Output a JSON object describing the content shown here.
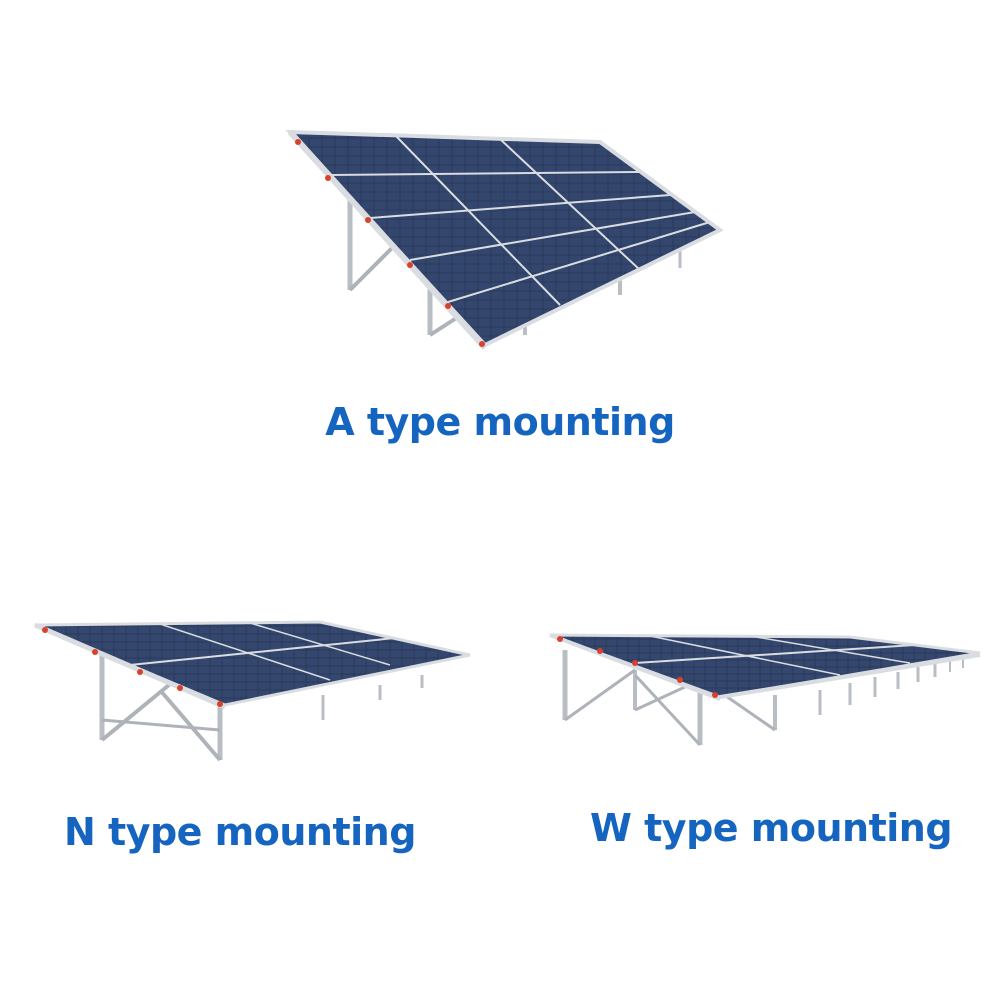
{
  "colors": {
    "caption_text": "#1565c0",
    "panel_cell": "#2b3a5c",
    "panel_cell_dark": "#1f2b45",
    "panel_frame": "#d9dde2",
    "steel": "#b9bec4",
    "steel_dark": "#8f959c",
    "clamp_red": "#d9412b"
  },
  "items": [
    {
      "id": "a",
      "caption": "A type mounting",
      "icon": "solar-array-a-frame-icon"
    },
    {
      "id": "n",
      "caption": "N type mounting",
      "icon": "solar-array-n-frame-icon"
    },
    {
      "id": "w",
      "caption": "W type mounting",
      "icon": "solar-array-w-frame-icon"
    }
  ]
}
